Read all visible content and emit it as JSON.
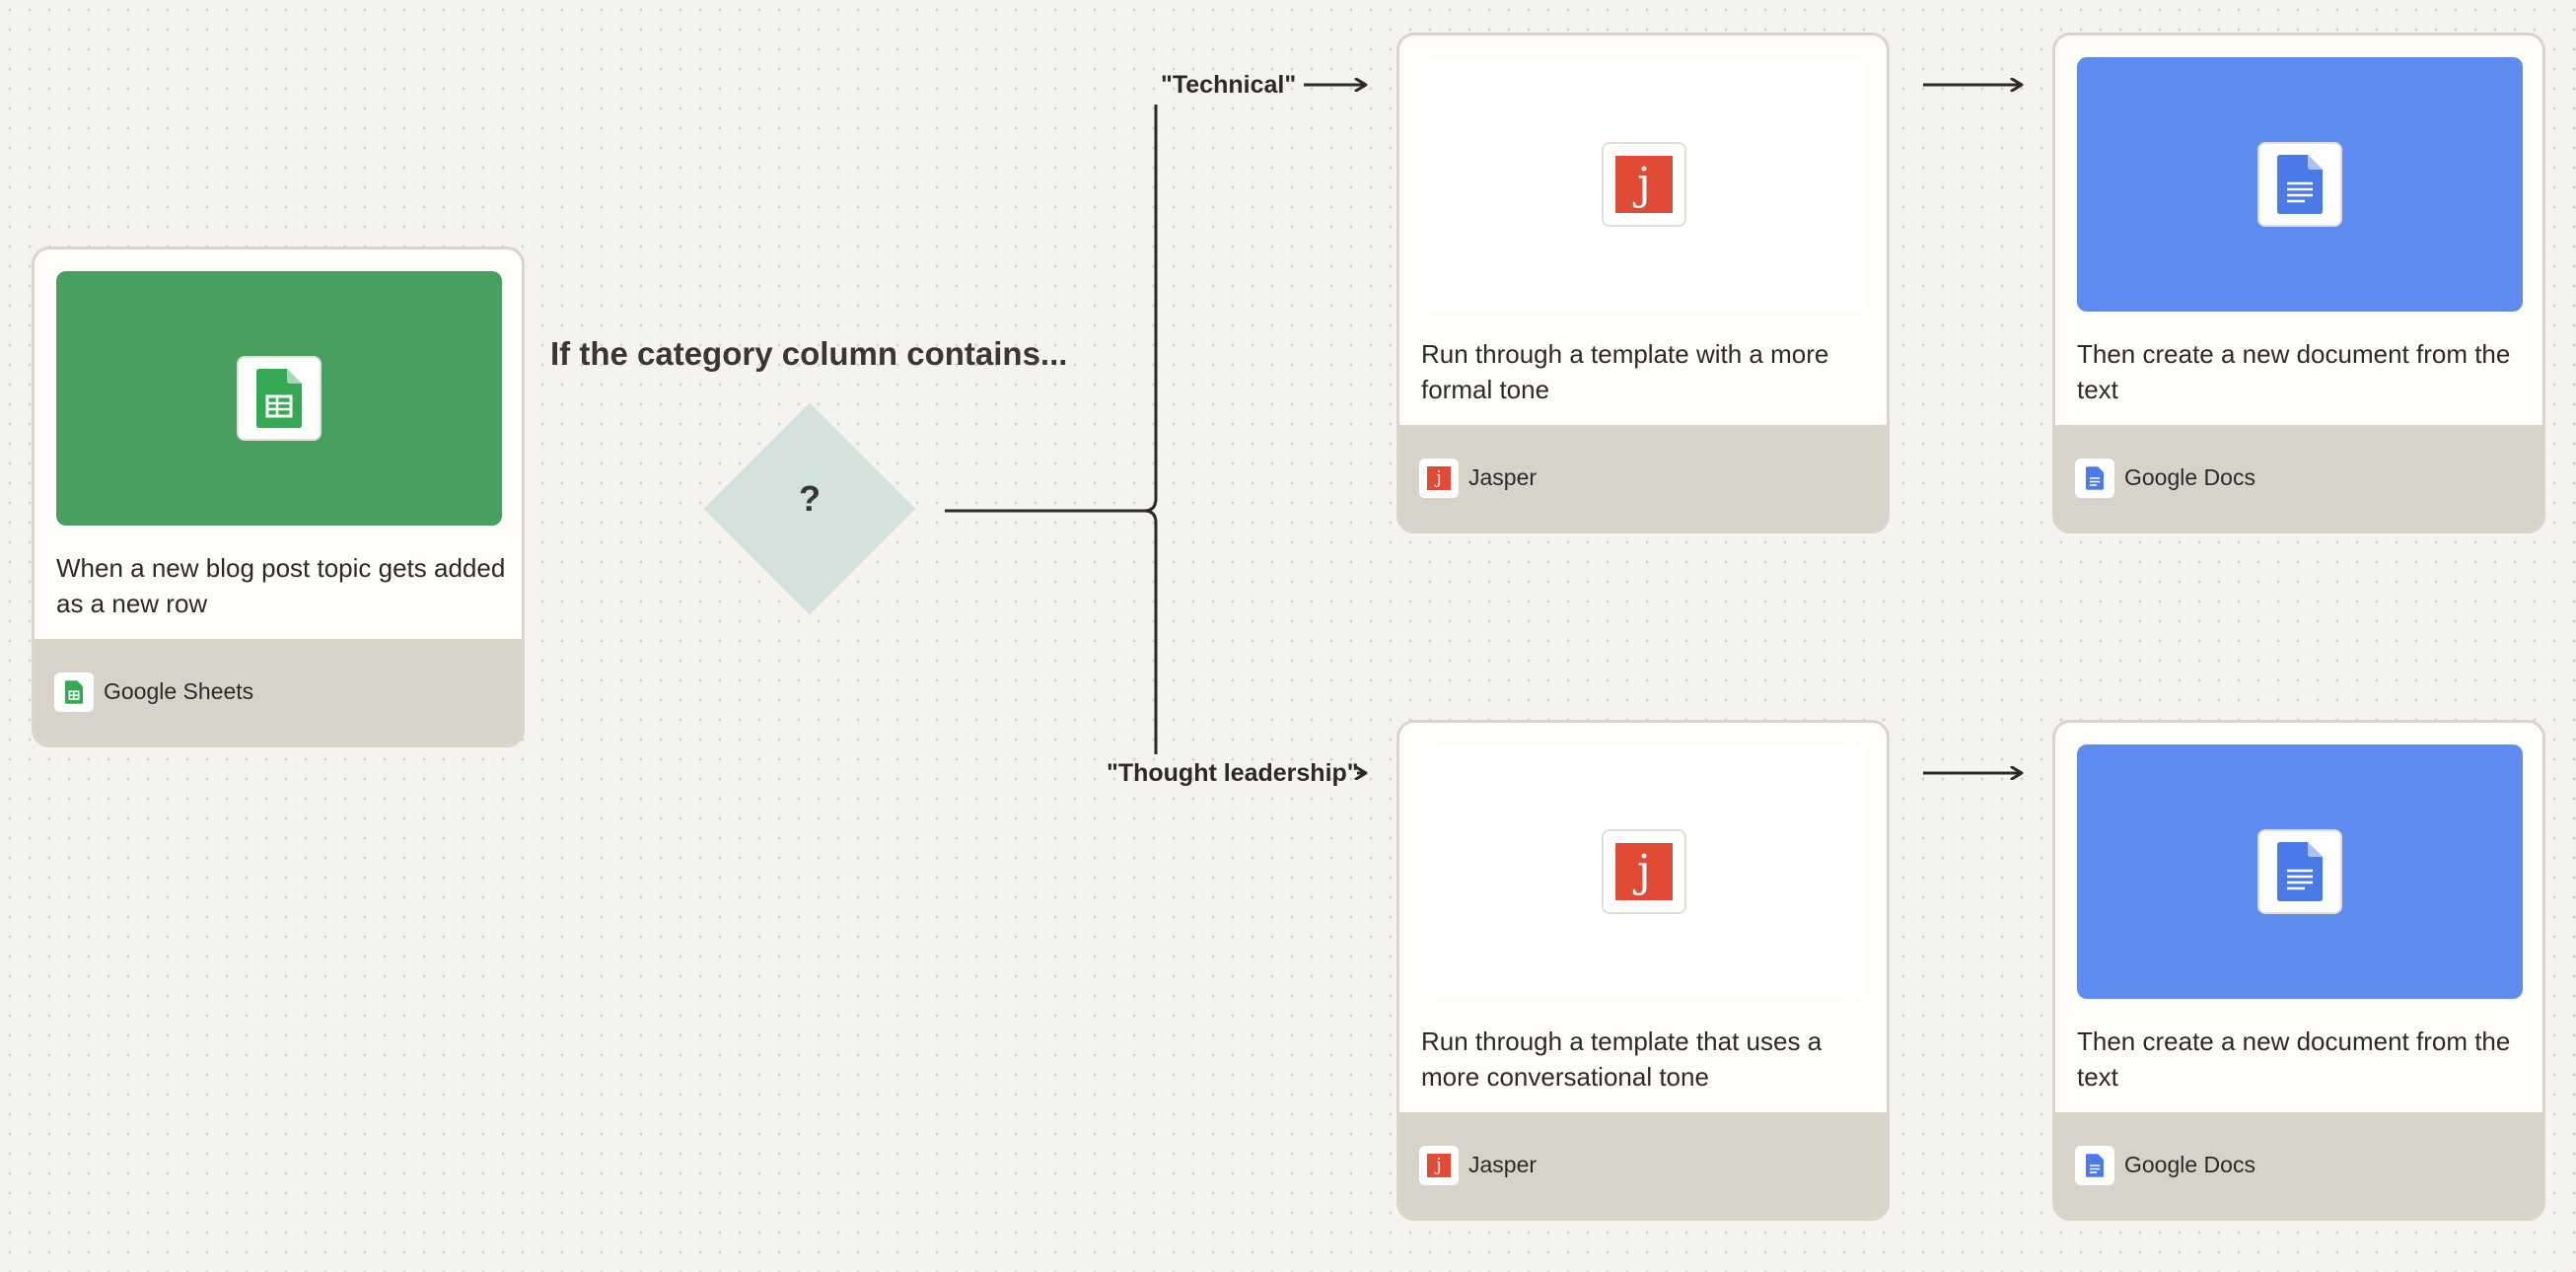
{
  "trigger": {
    "description": "When a new blog post topic gets added as a new row",
    "app_name": "Google Sheets",
    "hero_color": "#48a060",
    "icon": "google-sheets-icon"
  },
  "condition": {
    "title": "If the category column contains...",
    "symbol": "?",
    "color": "#d3e2df"
  },
  "branches": [
    {
      "label": "\"Technical\"",
      "step1": {
        "description": "Run through a template with a more formal tone",
        "app_name": "Jasper",
        "icon": "jasper-icon",
        "icon_letter": "j"
      },
      "step2": {
        "description": "Then create a new document from the text",
        "app_name": "Google Docs",
        "hero_color": "#5e8bef",
        "icon": "google-docs-icon"
      }
    },
    {
      "label": "\"Thought leadership\"",
      "step1": {
        "description": "Run through a template that uses a more conversational tone",
        "app_name": "Jasper",
        "icon": "jasper-icon",
        "icon_letter": "j"
      },
      "step2": {
        "description": "Then create a new document from the text",
        "app_name": "Google Docs",
        "hero_color": "#5e8bef",
        "icon": "google-docs-icon"
      }
    }
  ],
  "colors": {
    "jasper_red": "#e14b35",
    "sheets_green": "#34a853",
    "docs_blue": "#4a7ae8",
    "footer_bg": "#d7d3c8"
  }
}
